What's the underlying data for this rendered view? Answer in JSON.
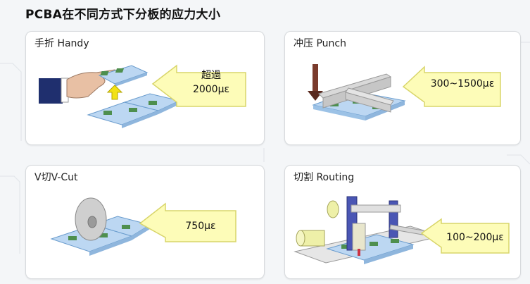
{
  "title": "PCBA在不同方式下分板的应力大小",
  "panels": [
    {
      "label": "手折 Handy",
      "value_line1": "超過",
      "value_line2": "2000με"
    },
    {
      "label": "冲压  Punch",
      "value": "300~1500με"
    },
    {
      "label": "V切V-Cut",
      "value": "750με"
    },
    {
      "label": "切割 Routing",
      "value": "100~200με"
    }
  ],
  "colors": {
    "callout_fill": "#fdfcb8",
    "callout_stroke": "#d8d56a",
    "board": "#bcd7f2",
    "board_edge": "#6a9ccd"
  }
}
